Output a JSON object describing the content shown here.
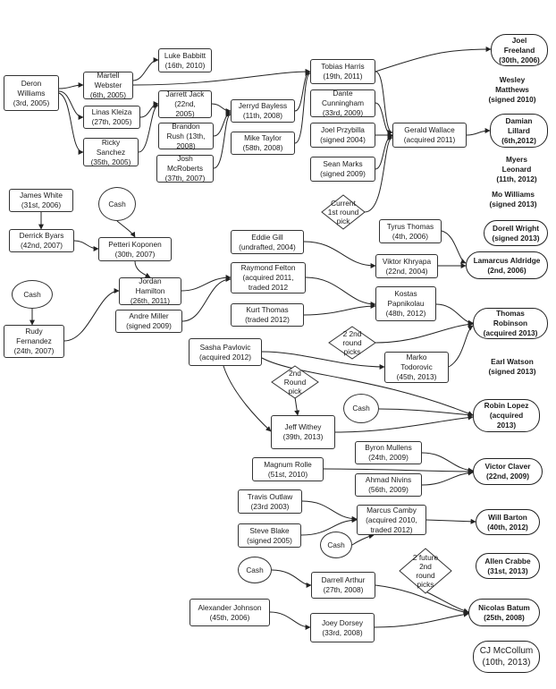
{
  "nodes": {
    "deron": {
      "label": "Deron\nWilliams\n(3rd, 2005)"
    },
    "luke": {
      "label": "Luke Babbitt\n(16th, 2010)"
    },
    "martell": {
      "label": "Martell\nWebster\n(6th, 2005)"
    },
    "linas": {
      "label": "Linas Kleiza\n(27th, 2005)"
    },
    "ricky": {
      "label": "Ricky\nSanchez\n(35th, 2005)"
    },
    "jarrett": {
      "label": "Jarrett Jack\n(22nd,\n2005)"
    },
    "brandon": {
      "label": "Brandon\nRush (13th,\n2008)"
    },
    "josh": {
      "label": "Josh\nMcRoberts\n(37th, 2007)"
    },
    "jerryd": {
      "label": "Jerryd Bayless\n(11th, 2008)"
    },
    "mike": {
      "label": "Mike Taylor\n(58th, 2008)"
    },
    "tobias": {
      "label": "Tobias Harris\n(19th, 2011)"
    },
    "dante": {
      "label": "Dante\nCunningham\n(33rd, 2009)"
    },
    "joelp": {
      "label": "Joel Przybilla\n(signed 2004)"
    },
    "sean": {
      "label": "Sean Marks\n(signed 2009)"
    },
    "gerald": {
      "label": "Gerald Wallace\n(acquired 2011)"
    },
    "james": {
      "label": "James White\n(31st, 2006)"
    },
    "derrick": {
      "label": "Derrick Byars\n(42nd, 2007)"
    },
    "petteri": {
      "label": "Petteri Koponen\n(30th, 2007)"
    },
    "jordan": {
      "label": "Jordan\nHamilton\n(26th, 2011)"
    },
    "andre": {
      "label": "Andre Miller\n(signed 2009)"
    },
    "rudy": {
      "label": "Rudy\nFernandez\n(24th, 2007)"
    },
    "eddie": {
      "label": "Eddie Gill\n(undrafted, 2004)"
    },
    "raymond": {
      "label": "Raymond Felton\n(acquired 2011,\ntraded 2012"
    },
    "kurt": {
      "label": "Kurt Thomas\n(traded 2012)"
    },
    "tyrus": {
      "label": "Tyrus Thomas\n(4th, 2006)"
    },
    "viktor": {
      "label": "Viktor Khryapa\n(22nd, 2004)"
    },
    "kostas": {
      "label": "Kostas\nPapnikolau\n(48th, 2012)"
    },
    "sasha": {
      "label": "Sasha Pavlovic\n(acquired 2012)"
    },
    "marko": {
      "label": "Marko\nTodorovic\n(45th, 2013)"
    },
    "jeff": {
      "label": "Jeff Withey\n(39th, 2013)"
    },
    "byron": {
      "label": "Byron Mullens\n(24th, 2009)"
    },
    "magnum": {
      "label": "Magnum Rolle\n(51st, 2010)"
    },
    "ahmad": {
      "label": "Ahmad Nivins\n(56th, 2009)"
    },
    "travis": {
      "label": "Travis Outlaw\n(23rd 2003)"
    },
    "steve": {
      "label": "Steve Blake\n(signed 2005)"
    },
    "marcus": {
      "label": "Marcus Camby\n(acquired 2010,\ntraded 2012)"
    },
    "darrell": {
      "label": "Darrell Arthur\n(27th, 2008)"
    },
    "alexander": {
      "label": "Alexander Johnson\n(45th, 2006)"
    },
    "joey": {
      "label": "Joey Dorsey\n(33rd, 2008)"
    },
    "cash1": {
      "label": "Cash"
    },
    "cash2": {
      "label": "Cash"
    },
    "cash3": {
      "label": "Cash"
    },
    "cash4": {
      "label": "Cash"
    },
    "cash5": {
      "label": "Cash"
    },
    "pick1": {
      "label": "Current\n1st round\npick"
    },
    "pick2": {
      "label": "2 2nd\nround\npicks"
    },
    "pick3": {
      "label": "2nd\nRound\npick"
    },
    "pick4": {
      "label": "2 future\n2nd\nround\npicks"
    },
    "joel_freeland": {
      "label": "Joel\nFreeland\n(30th, 2006)"
    },
    "wesley": {
      "label": "Wesley\nMatthews\n(signed 2010)"
    },
    "damian": {
      "label": "Damian\nLillard\n(6th,2012)"
    },
    "myers": {
      "label": "Myers\nLeonard\n(11th, 2012)"
    },
    "mo": {
      "label": "Mo Williams\n(signed 2013)"
    },
    "dorell": {
      "label": "Dorell Wright\n(signed 2013)"
    },
    "lamarcus": {
      "label": "Lamarcus Aldridge\n(2nd, 2006)"
    },
    "thomas": {
      "label": "Thomas\nRobinson\n(acquired 2013)"
    },
    "earl": {
      "label": "Earl Watson\n(signed 2013)"
    },
    "robin": {
      "label": "Robin Lopez\n(acquired\n2013)"
    },
    "victor": {
      "label": "Victor Claver\n(22nd, 2009)"
    },
    "will": {
      "label": "Will Barton\n(40th, 2012)"
    },
    "allen": {
      "label": "Allen Crabbe\n(31st, 2013)"
    },
    "nicolas": {
      "label": "Nicolas Batum\n(25th, 2008)"
    },
    "cj": {
      "label": "CJ McCollum\n(10th, 2013)"
    }
  }
}
